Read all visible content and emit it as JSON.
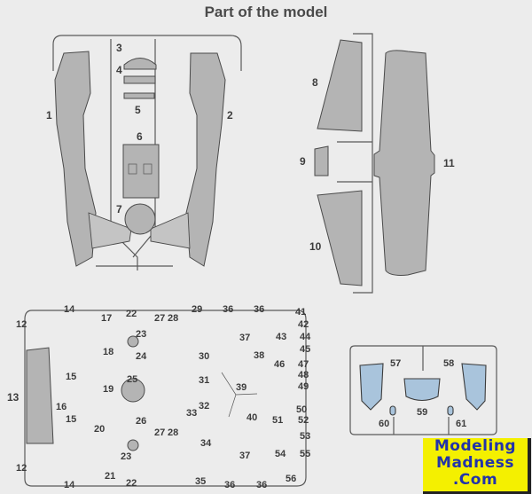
{
  "title": "Part of the model",
  "sprue_A": {
    "part_numbers": [
      "1",
      "2",
      "3",
      "4",
      "5",
      "6",
      "7"
    ]
  },
  "sprue_B": {
    "part_numbers": [
      "8",
      "9",
      "10",
      "11"
    ]
  },
  "sprue_C": {
    "part_numbers": [
      "12",
      "12",
      "13",
      "14",
      "14",
      "15",
      "15",
      "16",
      "17",
      "18",
      "19",
      "20",
      "21",
      "22",
      "22",
      "23",
      "23",
      "24",
      "25",
      "26",
      "27",
      "28",
      "27",
      "28",
      "29",
      "30",
      "31",
      "32",
      "33",
      "34",
      "35",
      "36",
      "36",
      "36",
      "36",
      "37",
      "37",
      "38",
      "39",
      "40",
      "41",
      "42",
      "43",
      "44",
      "45",
      "46",
      "47",
      "48",
      "49",
      "50",
      "51",
      "52",
      "53",
      "54",
      "55",
      "56"
    ]
  },
  "sprue_clear": {
    "part_numbers": [
      "57",
      "58",
      "59",
      "60",
      "61"
    ],
    "color": "#a9c4dc"
  },
  "watermark": {
    "line1": "Modeling",
    "line2": "Madness",
    "line3": ".Com"
  }
}
